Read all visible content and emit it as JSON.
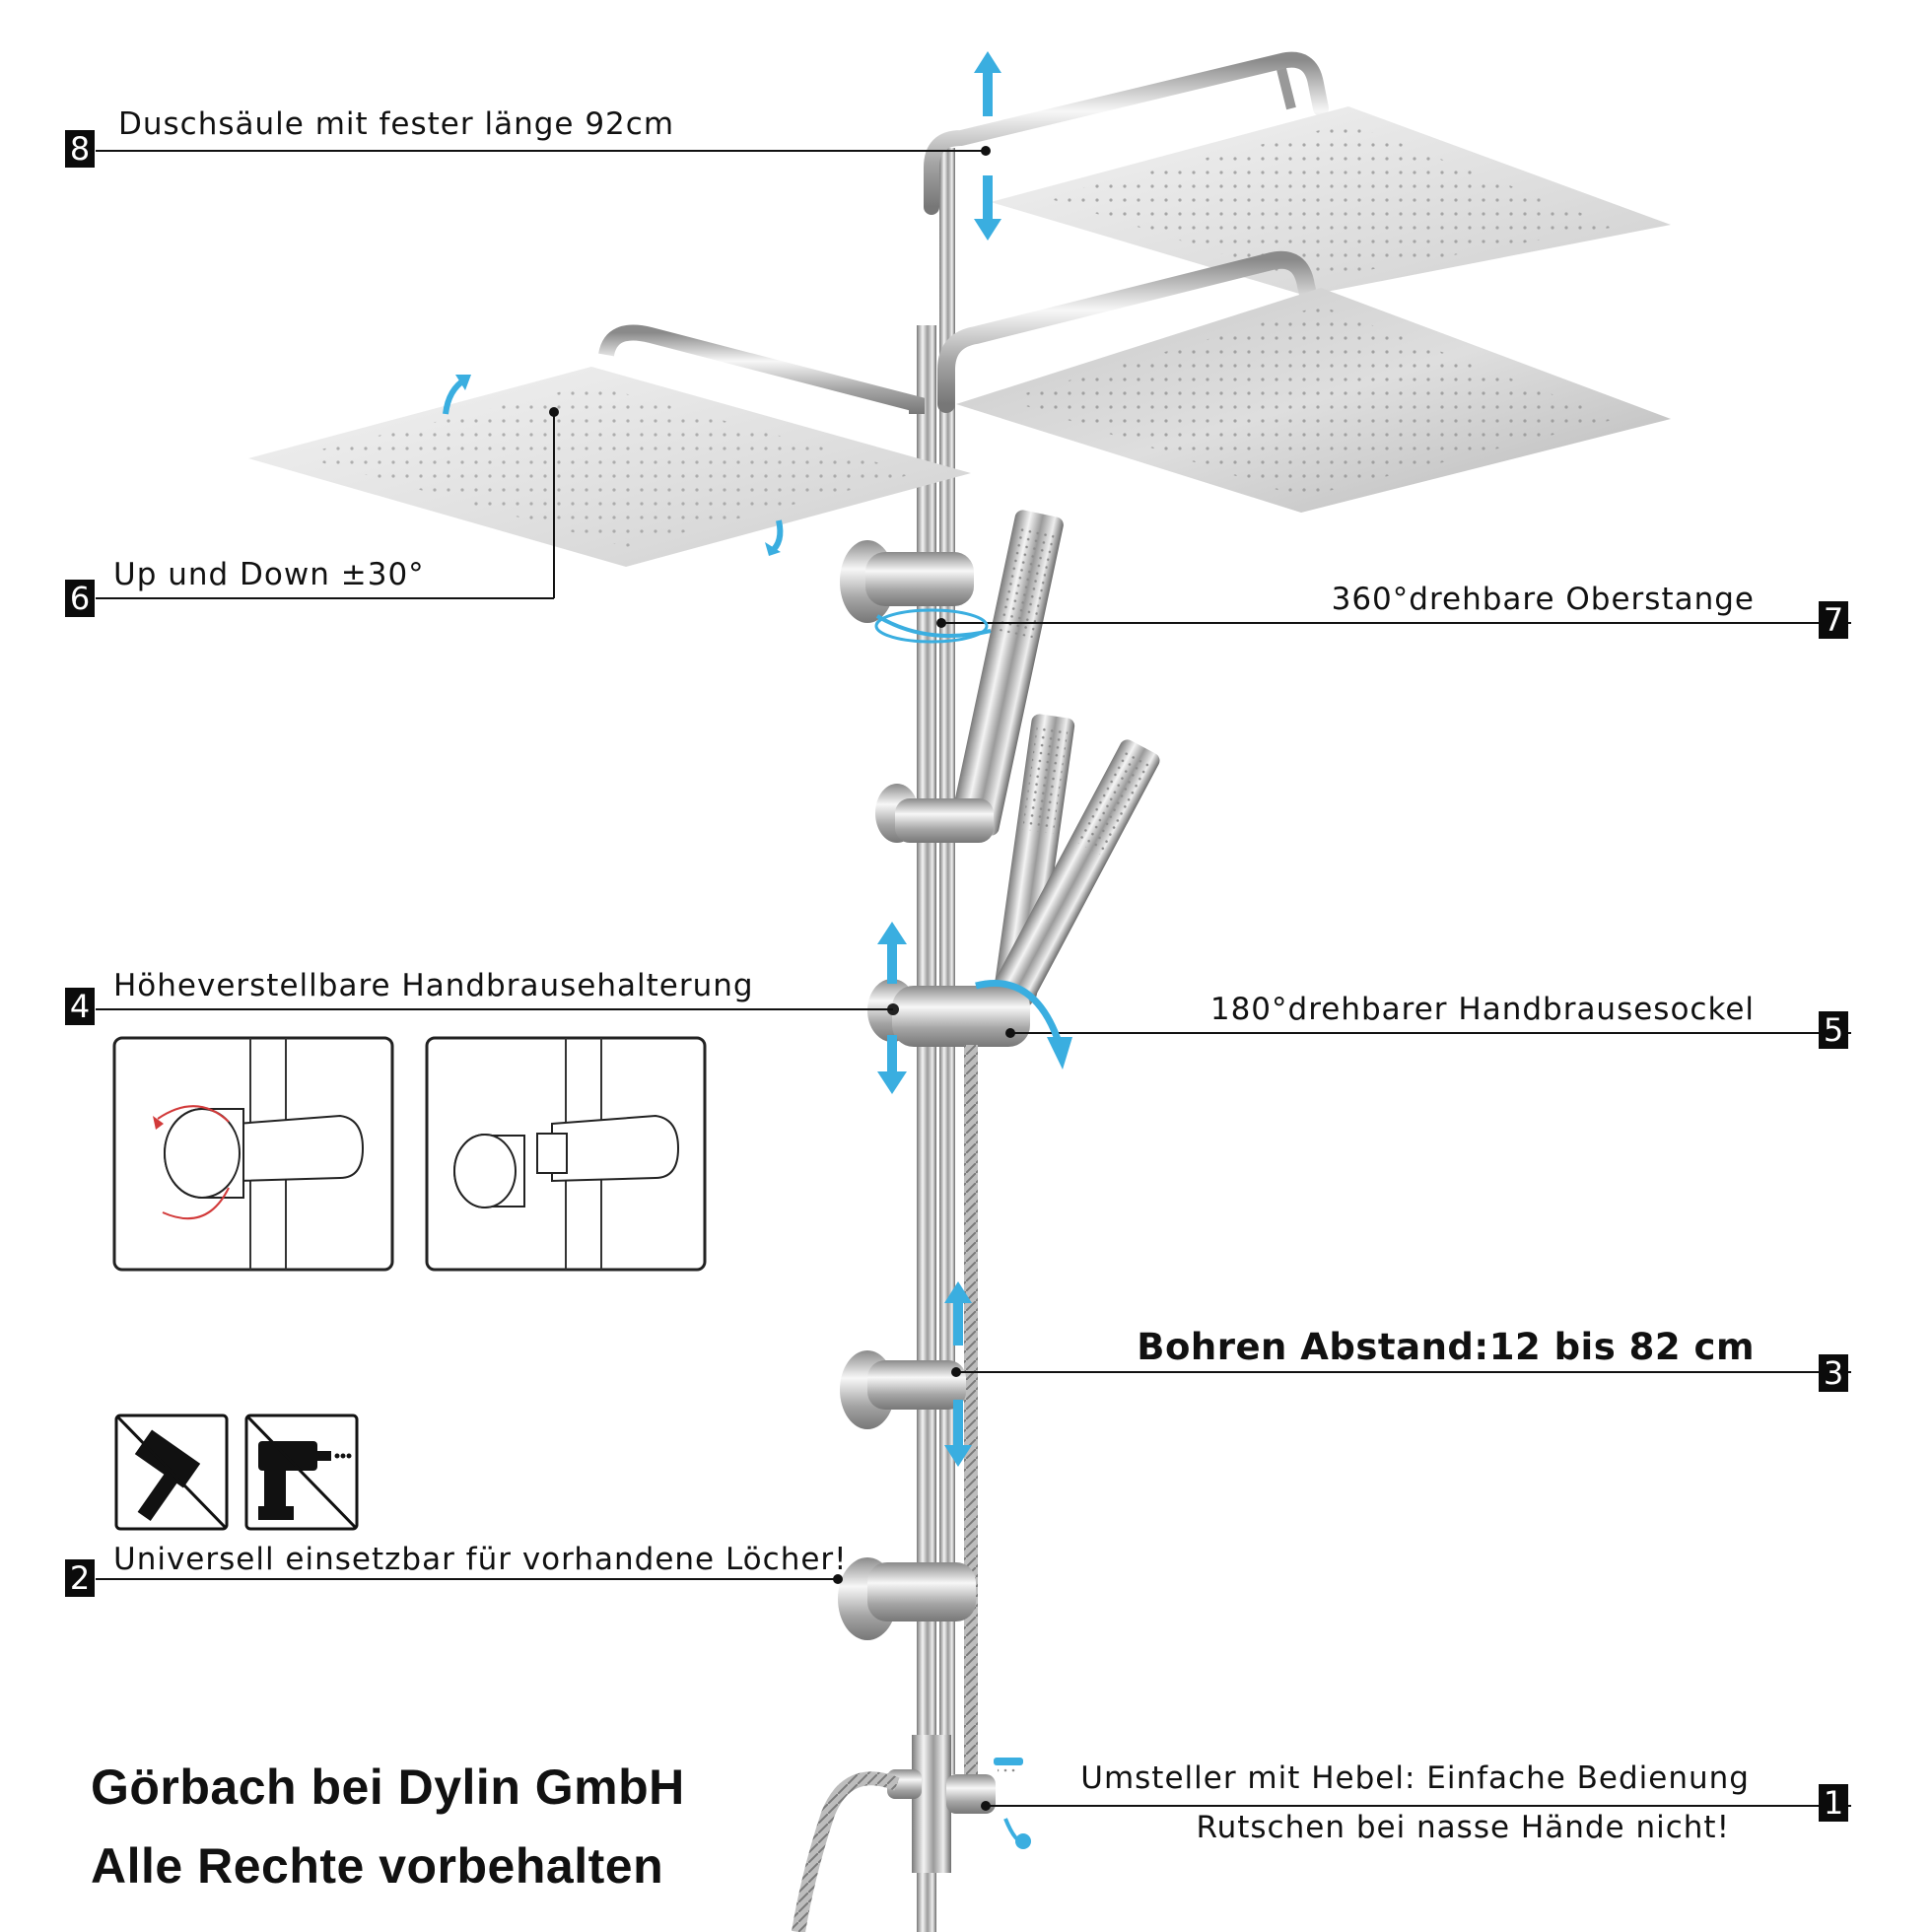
{
  "callouts": {
    "c8": {
      "num": "8",
      "text": "Duschsäule mit fester länge 92cm"
    },
    "c6": {
      "num": "6",
      "text": "Up und Down ±30°"
    },
    "c7": {
      "num": "7",
      "text": "360°drehbare Oberstange"
    },
    "c4": {
      "num": "4",
      "text": "Höheverstellbare Handbrausehalterung"
    },
    "c5": {
      "num": "5",
      "text": "180°drehbarer Handbrausesockel"
    },
    "c3": {
      "num": "3",
      "text": "Bohren Abstand:12 bis 82 cm"
    },
    "c2": {
      "num": "2",
      "text": "Universell einsetzbar für vorhandene Löcher!"
    },
    "c1": {
      "num": "1",
      "line1": "Umsteller mit Hebel: Einfache Bedienung",
      "line2": "Rutschen bei nasse Hände nicht!"
    }
  },
  "footer": {
    "line1": "Görbach bei Dylin GmbH",
    "line2": "Alle Rechte vorbehalten"
  },
  "icons": [
    "no-hammer-icon",
    "no-drill-icon",
    "rotate-arrow-icon",
    "updown-arrow-icon"
  ],
  "colors": {
    "accent": "#3aaee0",
    "badge": "#0b0b0b",
    "rotate_red": "#d23a3a"
  }
}
